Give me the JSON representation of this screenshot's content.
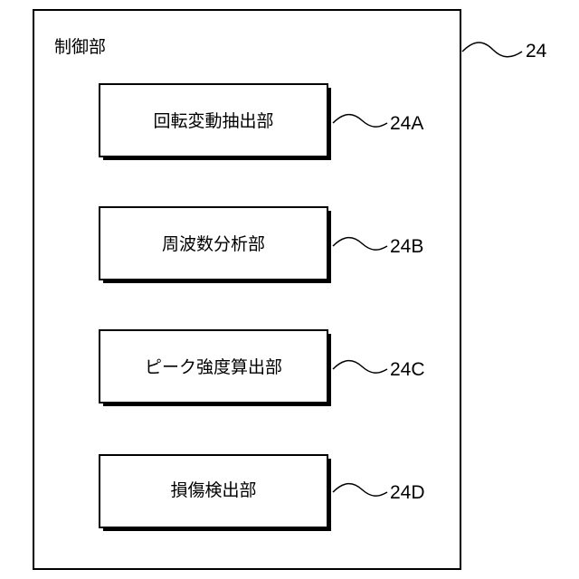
{
  "diagram": {
    "control_unit": {
      "label": "制御部",
      "ref": "24"
    },
    "blocks": [
      {
        "label": "回転変動抽出部",
        "ref": "24A"
      },
      {
        "label": "周波数分析部",
        "ref": "24B"
      },
      {
        "label": "ピーク強度算出部",
        "ref": "24C"
      },
      {
        "label": "損傷検出部",
        "ref": "24D"
      }
    ]
  }
}
